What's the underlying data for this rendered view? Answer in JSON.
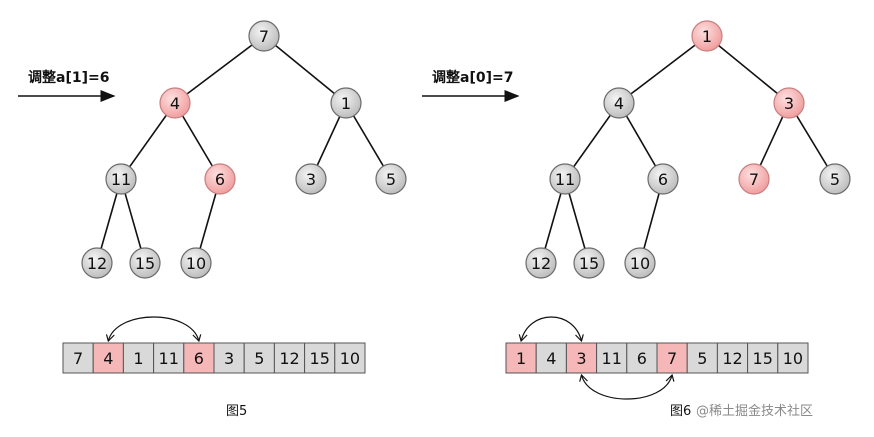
{
  "colors": {
    "highlight": "#f5b7b7",
    "normal": "#d9d9d9"
  },
  "panels": [
    {
      "step_label": "调整a[1]=6",
      "nodes": [
        "7",
        "4",
        "1",
        "11",
        "6",
        "3",
        "5",
        "12",
        "15",
        "10"
      ],
      "highlight": [
        1,
        4
      ],
      "array": [
        "7",
        "4",
        "1",
        "11",
        "6",
        "3",
        "5",
        "12",
        "15",
        "10"
      ],
      "swaps": [
        [
          1,
          4
        ]
      ],
      "caption": "图5"
    },
    {
      "step_label": "调整a[0]=7",
      "nodes": [
        "1",
        "4",
        "3",
        "11",
        "6",
        "7",
        "5",
        "12",
        "15",
        "10"
      ],
      "highlight": [
        0,
        2,
        5
      ],
      "array": [
        "1",
        "4",
        "3",
        "11",
        "6",
        "7",
        "5",
        "12",
        "15",
        "10"
      ],
      "swaps": [
        [
          0,
          2
        ],
        [
          2,
          5
        ]
      ],
      "caption": "图6"
    }
  ],
  "watermark": "@稀土掘金技术社区"
}
